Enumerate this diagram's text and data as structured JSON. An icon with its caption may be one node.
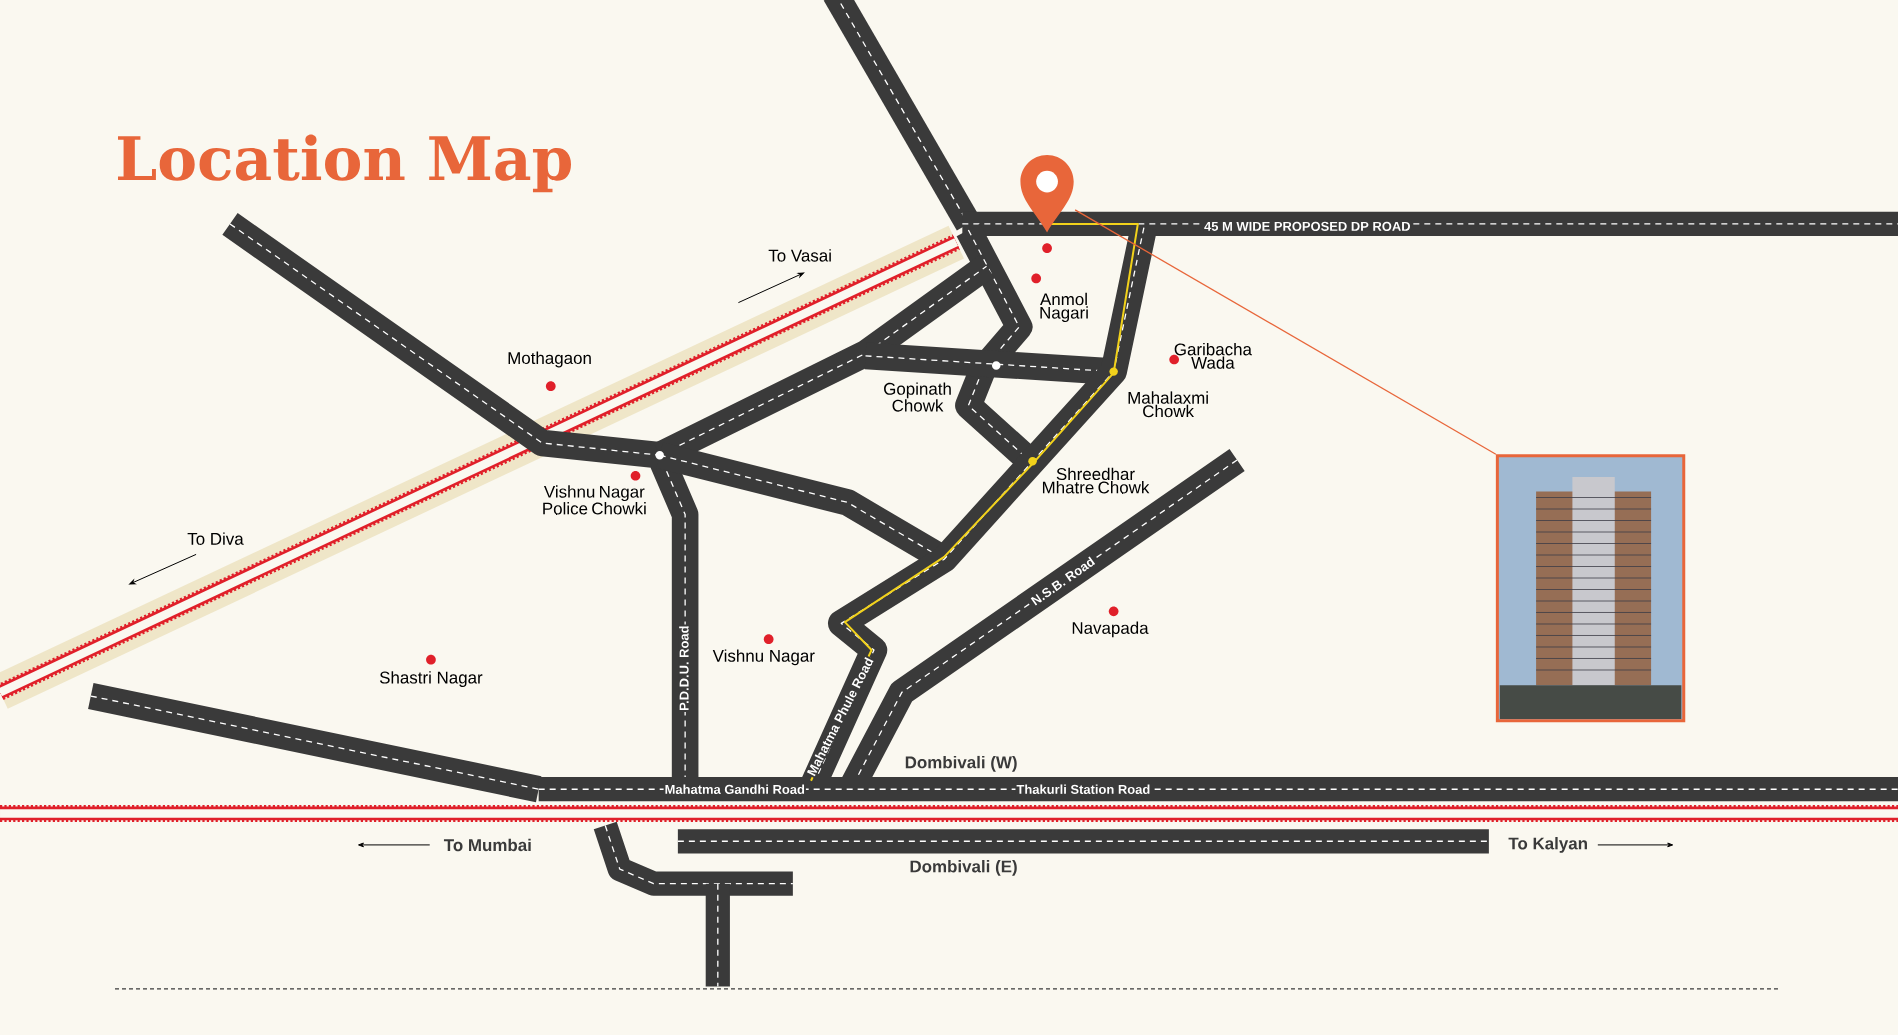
{
  "diagram": {
    "title": "Location Map",
    "nodes": [
      {
        "text": [],
        "shape": "pin"
      },
      {
        "text": [],
        "shape": "picture"
      }
    ],
    "edges": [
      {
        "from": 0,
        "to": 1,
        "arrow": "none"
      }
    ],
    "labels": [
      "45 M WIDE PROPOSED DP ROAD",
      "To Vasai",
      "Anmol Nagari",
      "Garibacha Wada",
      "Mothagaon",
      "Gopinath Chowk",
      "Mahalaxmi Chowk",
      "Shreedhar Mhatre Chowk",
      "Vishnu Nagar Police Chowki",
      "To Diva",
      "N.S.B. Road",
      "Navapada",
      "Vishnu Nagar",
      "P.D.D.U. Road",
      "Shastri Nagar",
      "Mahatma Phule Road",
      "Dombivali (W)",
      "Mahatma Gandhi Road",
      "Thakurli Station Road",
      "To Mumbai",
      "To Kalyan",
      "Dombivali (E)"
    ]
  }
}
